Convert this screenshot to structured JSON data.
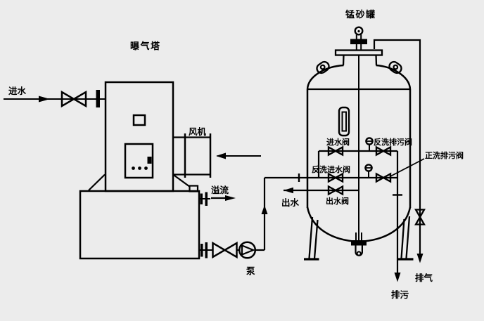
{
  "colors": {
    "background": "#ececec",
    "line": "#000000",
    "text": "#000000"
  },
  "aeration_tower": {
    "title": "曝气塔",
    "inlet_label": "进水",
    "blower_label": "风机",
    "overflow_label": "溢流",
    "pump_label": "泵"
  },
  "filter_tank": {
    "title": "锰砂罐",
    "inlet_valve_label": "进水阀",
    "backwash_drain_valve_label": "反洗排污阀",
    "backwash_inlet_valve_label": "反洗进水阀",
    "forward_wash_drain_valve_label": "正洗排污阀",
    "outlet_valve_label": "出水阀",
    "outlet_label": "出水",
    "vent_label": "排气",
    "drain_label": "排污"
  }
}
